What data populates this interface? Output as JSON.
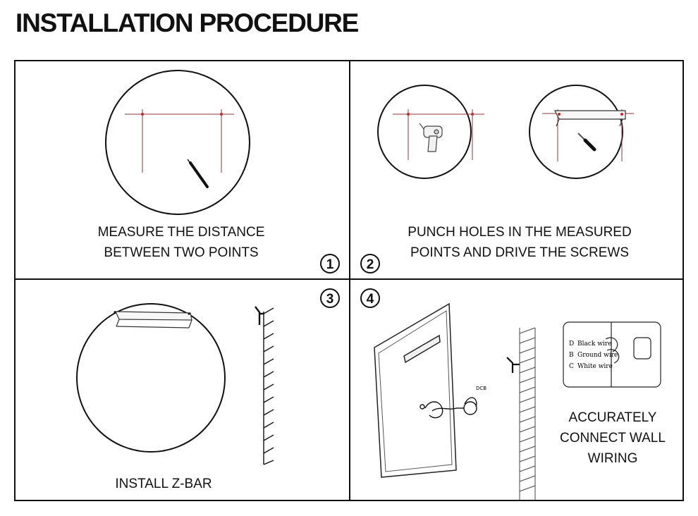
{
  "title": "INSTALLATION PROCEDURE",
  "steps": [
    {
      "number": "1",
      "caption_line1": "MEASURE THE DISTANCE",
      "caption_line2": "BETWEEN TWO POINTS"
    },
    {
      "number": "2",
      "caption_line1": "PUNCH HOLES IN THE MEASURED",
      "caption_line2": "POINTS AND DRIVE THE SCREWS"
    },
    {
      "number": "3",
      "caption": "INSTALL Z-BAR"
    },
    {
      "number": "4",
      "caption_line1": "ACCURATELY",
      "caption_line2": "CONNECT WALL",
      "caption_line3": "WIRING"
    }
  ],
  "wiring_legend": [
    {
      "code": "D",
      "label": "Black wire"
    },
    {
      "code": "B",
      "label": "Ground wire"
    },
    {
      "code": "C",
      "label": "White wire"
    }
  ],
  "wire_tag": "DCB",
  "colors": {
    "line": "#111111",
    "mark": "#cc2222",
    "guide": "#8a3a3a"
  }
}
